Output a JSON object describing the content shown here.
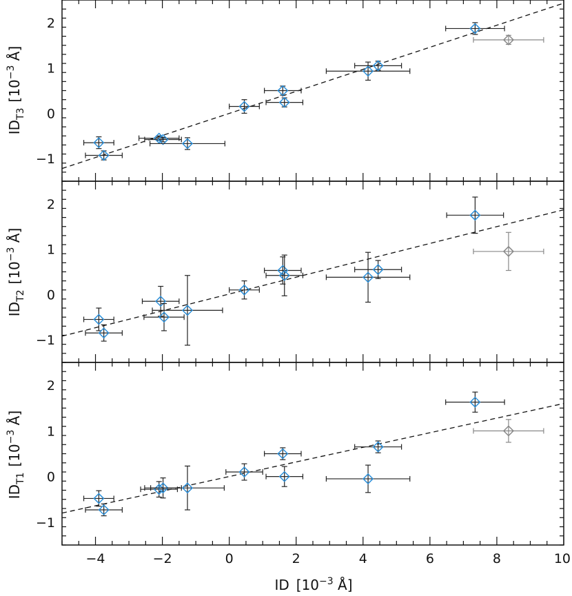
{
  "chart_data": [
    {
      "type": "scatter",
      "ylabel": "ID_T3 [10^-3 Å]",
      "ylabel_main": "ID",
      "ylabel_sub": "T3",
      "ylabel_unit": "[10",
      "ylabel_exp": "−3",
      "ylabel_unit_end": " Å]",
      "xlim": [
        -5,
        10
      ],
      "ylim": [
        -1.5,
        2.5
      ],
      "yticks": [
        -1,
        0,
        1,
        2
      ],
      "ytick_labels": [
        "−1",
        "0",
        "1",
        "2"
      ],
      "fit_line": [
        [
          -5,
          -1.22
        ],
        [
          10,
          2.43
        ]
      ],
      "points": [
        {
          "x": -3.9,
          "y": -0.65,
          "xerr": 0.45,
          "yerr": 0.13,
          "color": "#2b8fd9"
        },
        {
          "x": -3.75,
          "y": -0.93,
          "xerr": 0.55,
          "yerr": 0.1,
          "color": "#2b8fd9"
        },
        {
          "x": -2.1,
          "y": -0.55,
          "xerr": 0.6,
          "yerr": 0.05,
          "color": "#2b8fd9"
        },
        {
          "x": -1.98,
          "y": -0.58,
          "xerr": 0.55,
          "yerr": 0.05,
          "color": "#2b8fd9"
        },
        {
          "x": -1.25,
          "y": -0.67,
          "xerr": 1.12,
          "yerr": 0.13,
          "color": "#2b8fd9"
        },
        {
          "x": 0.45,
          "y": 0.15,
          "xerr": 0.45,
          "yerr": 0.15,
          "color": "#2b8fd9"
        },
        {
          "x": 1.6,
          "y": 0.5,
          "xerr": 0.55,
          "yerr": 0.1,
          "color": "#2b8fd9"
        },
        {
          "x": 1.65,
          "y": 0.24,
          "xerr": 0.55,
          "yerr": 0.1,
          "color": "#2b8fd9"
        },
        {
          "x": 4.15,
          "y": 0.93,
          "xerr": 1.25,
          "yerr": 0.2,
          "color": "#2b8fd9"
        },
        {
          "x": 4.45,
          "y": 1.05,
          "xerr": 0.7,
          "yerr": 0.1,
          "color": "#2b8fd9"
        },
        {
          "x": 7.35,
          "y": 1.87,
          "xerr": 0.88,
          "yerr": 0.13,
          "color": "#2b8fd9"
        },
        {
          "x": 8.35,
          "y": 1.62,
          "xerr": 1.05,
          "yerr": 0.1,
          "color": "#888888"
        }
      ]
    },
    {
      "type": "scatter",
      "ylabel": "ID_T2 [10^-3 Å]",
      "ylabel_main": "ID",
      "ylabel_sub": "T2",
      "ylabel_unit": "[10",
      "ylabel_exp": "−3",
      "ylabel_unit_end": " Å]",
      "xlim": [
        -5,
        10
      ],
      "ylim": [
        -1.5,
        2.5
      ],
      "yticks": [
        -1,
        0,
        1,
        2
      ],
      "ytick_labels": [
        "−1",
        "0",
        "1",
        "2"
      ],
      "fit_line": [
        [
          -5,
          -0.92
        ],
        [
          10,
          1.87
        ]
      ],
      "points": [
        {
          "x": -3.9,
          "y": -0.55,
          "xerr": 0.45,
          "yerr": 0.25,
          "color": "#2b8fd9"
        },
        {
          "x": -3.75,
          "y": -0.85,
          "xerr": 0.55,
          "yerr": 0.18,
          "color": "#2b8fd9"
        },
        {
          "x": -2.05,
          "y": -0.15,
          "xerr": 0.55,
          "yerr": 0.33,
          "color": "#2b8fd9"
        },
        {
          "x": -1.95,
          "y": -0.5,
          "xerr": 0.6,
          "yerr": 0.3,
          "color": "#2b8fd9"
        },
        {
          "x": -1.25,
          "y": -0.35,
          "xerr": 1.05,
          "yerr": 0.77,
          "color": "#2b8fd9"
        },
        {
          "x": 0.45,
          "y": 0.1,
          "xerr": 0.45,
          "yerr": 0.2,
          "color": "#2b8fd9"
        },
        {
          "x": 1.6,
          "y": 0.53,
          "xerr": 0.55,
          "yerr": 0.3,
          "color": "#2b8fd9"
        },
        {
          "x": 1.65,
          "y": 0.42,
          "xerr": 0.55,
          "yerr": 0.45,
          "color": "#2b8fd9"
        },
        {
          "x": 4.15,
          "y": 0.38,
          "xerr": 1.25,
          "yerr": 0.55,
          "color": "#2b8fd9"
        },
        {
          "x": 4.45,
          "y": 0.55,
          "xerr": 0.7,
          "yerr": 0.2,
          "color": "#2b8fd9"
        },
        {
          "x": 7.35,
          "y": 1.75,
          "xerr": 0.85,
          "yerr": 0.4,
          "color": "#2b8fd9"
        },
        {
          "x": 8.35,
          "y": 0.95,
          "xerr": 1.05,
          "yerr": 0.42,
          "color": "#888888"
        }
      ]
    },
    {
      "type": "scatter",
      "xlabel": "ID [10^-3 Å]",
      "xlabel_main": "ID",
      "xlabel_unit": "[10",
      "xlabel_exp": "−3",
      "xlabel_unit_end": " Å]",
      "ylabel": "ID_T1 [10^-3 Å]",
      "ylabel_main": "ID",
      "ylabel_sub": "T1",
      "ylabel_unit": "[10",
      "ylabel_exp": "−3",
      "ylabel_unit_end": " Å]",
      "xlim": [
        -5,
        10
      ],
      "ylim": [
        -1.5,
        2.5
      ],
      "xticks": [
        -4,
        -2,
        0,
        2,
        4,
        6,
        8,
        10
      ],
      "xtick_labels": [
        "−4",
        "−2",
        "0",
        "2",
        "4",
        "6",
        "8",
        "10"
      ],
      "yticks": [
        -1,
        0,
        1,
        2
      ],
      "ytick_labels": [
        "−1",
        "0",
        "1",
        "2"
      ],
      "fit_line": [
        [
          -5,
          -0.8
        ],
        [
          10,
          1.6
        ]
      ],
      "points": [
        {
          "x": -3.9,
          "y": -0.48,
          "xerr": 0.45,
          "yerr": 0.17,
          "color": "#2b8fd9"
        },
        {
          "x": -3.75,
          "y": -0.73,
          "xerr": 0.55,
          "yerr": 0.13,
          "color": "#2b8fd9"
        },
        {
          "x": -2.1,
          "y": -0.28,
          "xerr": 0.55,
          "yerr": 0.17,
          "color": "#2b8fd9"
        },
        {
          "x": -1.98,
          "y": -0.25,
          "xerr": 0.55,
          "yerr": 0.22,
          "color": "#2b8fd9"
        },
        {
          "x": -1.25,
          "y": -0.25,
          "xerr": 1.1,
          "yerr": 0.48,
          "color": "#2b8fd9"
        },
        {
          "x": 0.45,
          "y": 0.1,
          "xerr": 0.55,
          "yerr": 0.18,
          "color": "#2b8fd9"
        },
        {
          "x": 1.6,
          "y": 0.5,
          "xerr": 0.55,
          "yerr": 0.13,
          "color": "#2b8fd9"
        },
        {
          "x": 1.65,
          "y": 0.0,
          "xerr": 0.55,
          "yerr": 0.22,
          "color": "#2b8fd9"
        },
        {
          "x": 4.15,
          "y": -0.05,
          "xerr": 1.25,
          "yerr": 0.3,
          "color": "#2b8fd9"
        },
        {
          "x": 4.45,
          "y": 0.65,
          "xerr": 0.7,
          "yerr": 0.13,
          "color": "#2b8fd9"
        },
        {
          "x": 7.35,
          "y": 1.63,
          "xerr": 0.88,
          "yerr": 0.22,
          "color": "#2b8fd9"
        },
        {
          "x": 8.35,
          "y": 1.0,
          "xerr": 1.05,
          "yerr": 0.25,
          "color": "#888888"
        }
      ]
    }
  ]
}
